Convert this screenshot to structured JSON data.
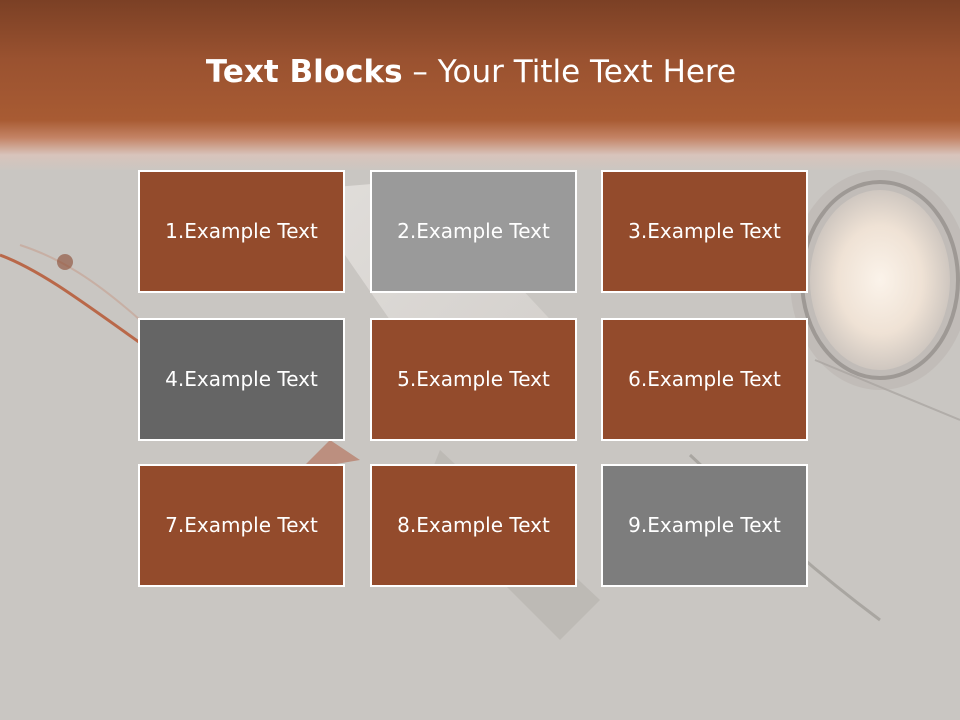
{
  "title": {
    "bold": "Text Blocks",
    "dash": " – ",
    "light": "Your Title Text Here"
  },
  "colors": {
    "header_dark": "#7b4025",
    "header_mid": "#a85b33",
    "background": "#c9c6c2",
    "brown_block": "#934b2c",
    "light_gray_block": "#9a9a9a",
    "dark_gray_block": "#656565",
    "mid_gray_block": "#7d7d7d",
    "border": "#ffffff"
  },
  "blocks": [
    {
      "label": "1.Example Text",
      "color": "#934b2c"
    },
    {
      "label": "2.Example Text",
      "color": "#9a9a9a"
    },
    {
      "label": "3.Example Text",
      "color": "#934b2c"
    },
    {
      "label": "4.Example Text",
      "color": "#656565"
    },
    {
      "label": "5.Example Text",
      "color": "#934b2c"
    },
    {
      "label": "6.Example Text",
      "color": "#934b2c"
    },
    {
      "label": "7.Example Text",
      "color": "#934b2c"
    },
    {
      "label": "8.Example Text",
      "color": "#934b2c"
    },
    {
      "label": "9.Example Text",
      "color": "#7d7d7d"
    }
  ]
}
